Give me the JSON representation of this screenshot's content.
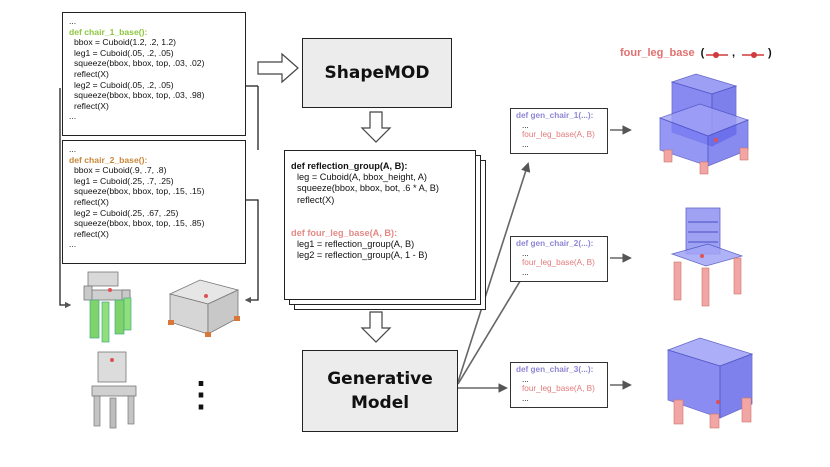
{
  "panel_chair1": {
    "lines": [
      {
        "text": "...",
        "style": "plain"
      },
      {
        "text": "def chair_1_base():",
        "style": "green"
      },
      {
        "text": "bbox = Cuboid(1.2, .2, 1.2)",
        "style": "indent"
      },
      {
        "text": "leg1 = Cuboid(.05, .2, .05)",
        "style": "indent"
      },
      {
        "text": "squeeze(bbox, bbox, top, .03, .02)",
        "style": "indent"
      },
      {
        "text": "reflect(X)",
        "style": "indent"
      },
      {
        "text": "leg2 = Cuboid(.05, .2, .05)",
        "style": "indent"
      },
      {
        "text": "squeeze(bbox, bbox, top, .03, .98)",
        "style": "indent"
      },
      {
        "text": "reflect(X)",
        "style": "indent"
      },
      {
        "text": "...",
        "style": "plain"
      }
    ]
  },
  "panel_chair2": {
    "lines": [
      {
        "text": "...",
        "style": "plain"
      },
      {
        "text": "def chair_2_base():",
        "style": "orange"
      },
      {
        "text": "bbox = Cuboid(.9, .7, .8)",
        "style": "indent"
      },
      {
        "text": "leg1 = Cuboid(.25, .7, .25)",
        "style": "indent"
      },
      {
        "text": "squeeze(bbox, bbox, top, .15, .15)",
        "style": "indent"
      },
      {
        "text": "reflect(X)",
        "style": "indent"
      },
      {
        "text": "leg2 = Cuboid(.25, .67, .25)",
        "style": "indent"
      },
      {
        "text": "squeeze(bbox, bbox, top, .15, .85)",
        "style": "indent"
      },
      {
        "text": "reflect(X)",
        "style": "indent"
      },
      {
        "text": "...",
        "style": "plain"
      }
    ]
  },
  "shapemod": {
    "label": "ShapeMOD"
  },
  "generative": {
    "line1": "Generative",
    "line2": "Model"
  },
  "middle_code": {
    "reflection_header": "def reflection_group(A, B):",
    "reflection_lines": [
      "leg = Cuboid(A, bbox_height, A)",
      "squeeze(bbox, bbox, bot, .6 * A, B)",
      "reflect(X)"
    ],
    "four_leg_header": "def four_leg_base(A, B):",
    "four_leg_lines": [
      "leg1 = reflection_group(A, B)",
      "leg2 = reflection_group(A, 1 - B)"
    ]
  },
  "legend": {
    "name": "four_leg_base",
    "open": "(",
    "comma": ",",
    "close": ")"
  },
  "gen_panels": [
    {
      "header": "def gen_chair_1(...):",
      "lines": [
        "...",
        "four_leg_base(A, B)",
        "..."
      ]
    },
    {
      "header": "def gen_chair_2(...):",
      "lines": [
        "...",
        "four_leg_base(A, B)",
        "..."
      ]
    },
    {
      "header": "def gen_chair_3(...):",
      "lines": [
        "...",
        "four_leg_base(A, B)",
        "..."
      ]
    }
  ],
  "ellipsis_dots": "⋮",
  "colors": {
    "green": "#8dc63f",
    "orange": "#c8873a",
    "red": "#e07b79",
    "violet": "#8f86d6",
    "blue_part": "#5b5ef0",
    "pink_leg": "#f1a3a3",
    "gray_box": "#ececec"
  }
}
